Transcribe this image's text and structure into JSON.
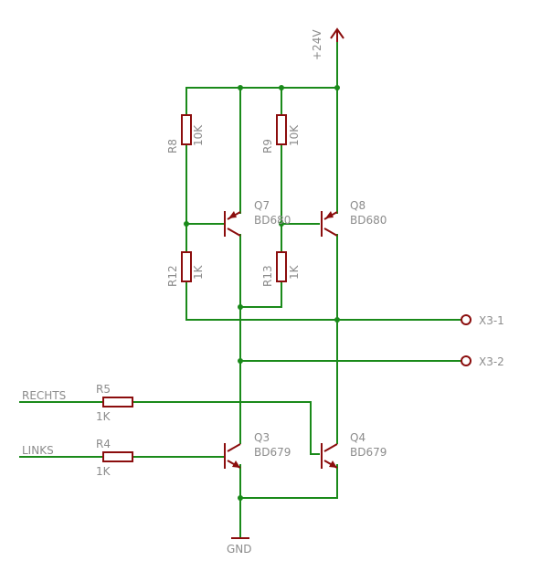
{
  "supply": {
    "label": "+24V"
  },
  "ground": {
    "label": "GND"
  },
  "resistors": {
    "r8": {
      "ref": "R8",
      "value": "10K"
    },
    "r9": {
      "ref": "R9",
      "value": "10K"
    },
    "r12": {
      "ref": "R12",
      "value": "1K"
    },
    "r13": {
      "ref": "R13",
      "value": "1K"
    },
    "r5": {
      "ref": "R5",
      "value": "1K"
    },
    "r4": {
      "ref": "R4",
      "value": "1K"
    }
  },
  "transistors": {
    "q7": {
      "ref": "Q7",
      "type": "BD680"
    },
    "q8": {
      "ref": "Q8",
      "type": "BD680"
    },
    "q3": {
      "ref": "Q3",
      "type": "BD679"
    },
    "q4": {
      "ref": "Q4",
      "type": "BD679"
    }
  },
  "terminals": {
    "x31": "X3-1",
    "x32": "X3-2"
  },
  "inputs": {
    "rechts": "RECHTS",
    "links": "LINKS"
  },
  "colors": {
    "wire": "#1a8a1a",
    "part": "#8b0d0d",
    "label": "#8c8c8c"
  }
}
